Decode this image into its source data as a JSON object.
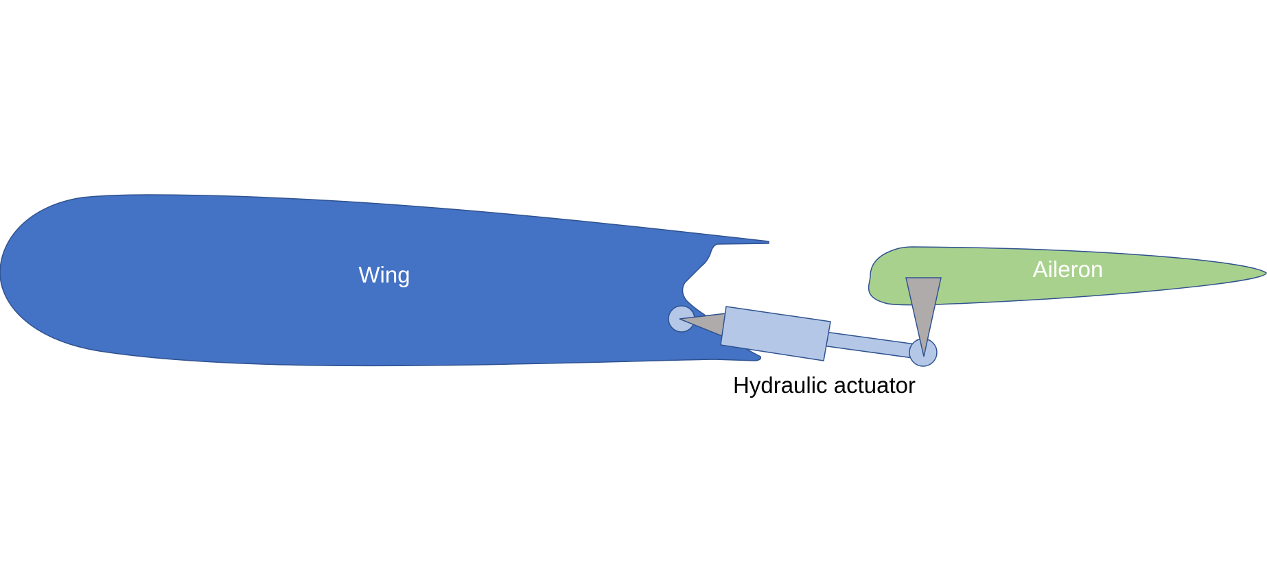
{
  "labels": {
    "wing": "Wing",
    "aileron": "Aileron",
    "actuator": "Hydraulic actuator"
  },
  "colors": {
    "wing_fill": "#4472C4",
    "wing_stroke": "#2F528F",
    "aileron_fill": "#A9D18E",
    "aileron_stroke": "#2F528F",
    "actuator_fill": "#B4C7E7",
    "actuator_stroke": "#2F528F",
    "bracket_fill": "#AFABAB",
    "background": "#FFFFFF"
  }
}
